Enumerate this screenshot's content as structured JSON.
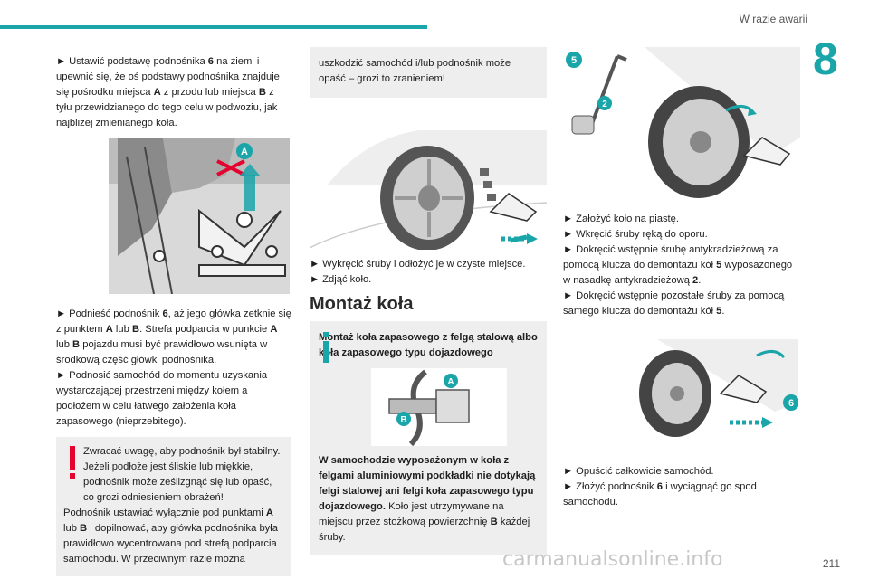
{
  "header": {
    "title": "W razie awarii",
    "chapter": "8",
    "page": "211"
  },
  "col1": {
    "step1": "► Ustawić podstawę podnośnika 6 na ziemi i upewnić się, że oś podstawy podnośnika znajduje się pośrodku miejsca A z przodu lub miejsca B z tyłu przewidzianego do tego celu w podwoziu, jak najbliżej zmienianego koła.",
    "illus_label": "A",
    "step2a": "► Podnieść podnośnik 6, aż jego główka zetknie się z punktem A lub B. Strefa podparcia w punkcie A lub B pojazdu musi być prawidłowo wsunięta w środkową część główki podnośnika.",
    "step2b": "► Podnosić samochód do momentu uzyskania wystarczającej przestrzeni między kołem a podłożem w celu łatwego założenia koła zapasowego (nieprzebitego).",
    "warning": {
      "line1": "Zwracać uwagę, aby podnośnik był stabilny. Jeżeli podłoże jest śliskie lub miękkie, podnośnik może ześlizgnąć się lub opaść, co grozi odniesieniem obrażeń!",
      "line2": "Podnośnik ustawiać wyłącznie pod punktami A lub B i dopilnować, aby główka podnośnika była prawidłowo wycentrowana pod strefą podparcia samochodu. W przeciwnym razie można"
    }
  },
  "col2": {
    "warning_cont": "uszkodzić samochód i/lub podnośnik może opaść – grozi to zranieniem!",
    "step3": "► Wykręcić śruby i odłożyć je w czyste miejsce.",
    "step4": "► Zdjąć koło.",
    "section_title": "Montaż koła",
    "info": {
      "title": "Montaż koła zapasowego z felgą stalową albo koła zapasowego typu dojazdowego",
      "label_a": "A",
      "label_b": "B",
      "body_bold": "W samochodzie wyposażonym w koła z felgami aluminiowymi podkładki nie dotykają felgi stalowej ani felgi koła zapasowego typu dojazdowego.",
      "body_rest": " Koło jest utrzymywane na miejscu przez stożkową powierzchnię B każdej śruby."
    }
  },
  "col3": {
    "label_5": "5",
    "label_2": "2",
    "label_6": "6",
    "steps1": [
      "► Założyć koło na piastę.",
      "► Wkręcić śruby ręką do oporu.",
      "► Dokręcić wstępnie śrubę antykradzieżową za pomocą klucza do demontażu kół 5 wyposażonego w nasadkę antykradzieżową 2.",
      "► Dokręcić wstępnie pozostałe śruby za pomocą samego klucza do demontażu kół 5."
    ],
    "steps2": [
      "► Opuścić całkowicie samochód.",
      "► Złożyć podnośnik 6 i wyciągnąć go spod samochodu."
    ]
  },
  "watermark": "carmanualsonline.info",
  "colors": {
    "accent": "#1aa5a9",
    "warning": "#e4032e",
    "info": "#1aa5a9",
    "label_badge": "#1aa5a9"
  }
}
